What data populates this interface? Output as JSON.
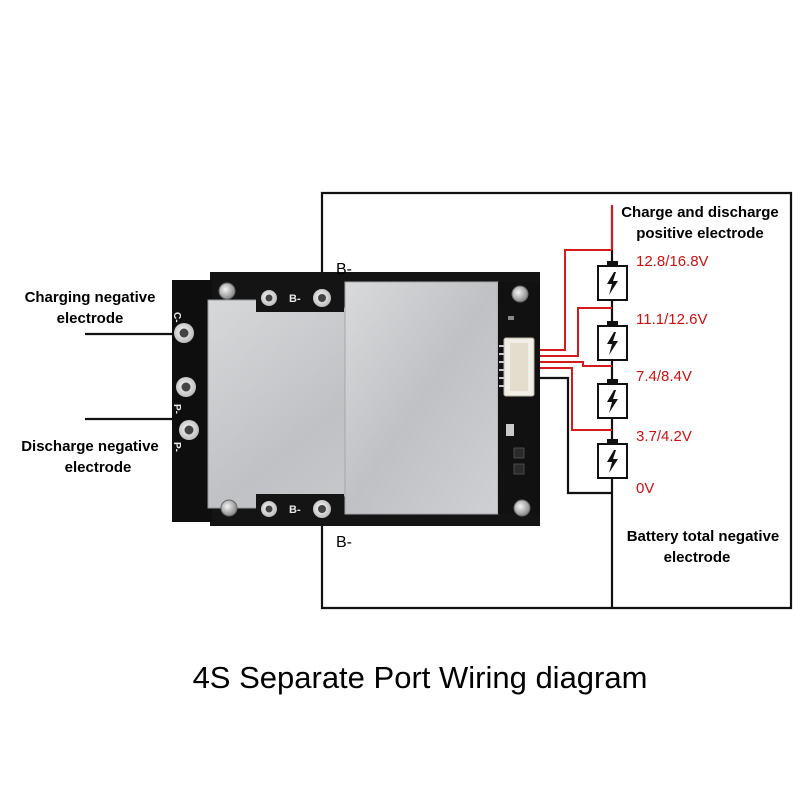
{
  "title": "4S Separate Port Wiring diagram",
  "labels": {
    "charging_negative_1": "Charging negative",
    "charging_negative_2": "electrode",
    "discharge_negative_1": "Discharge negative",
    "discharge_negative_2": "electrode",
    "charge_discharge_positive_1": "Charge and discharge",
    "charge_discharge_positive_2": "positive electrode",
    "battery_total_negative_1": "Battery total negative",
    "battery_total_negative_2": "electrode",
    "b_minus_top": "B-",
    "b_minus_bottom": "B-"
  },
  "pcb": {
    "pad_b_top": "B-",
    "pad_b_bottom": "B-",
    "pad_c": "C-",
    "pad_p1": "P-",
    "pad_p2": "P-"
  },
  "voltages": [
    "12.8/16.8V",
    "11.1/12.6V",
    "7.4/8.4V",
    "3.7/4.2V",
    "0V"
  ],
  "colors": {
    "wire_black": "#111111",
    "wire_red": "#d41a1a",
    "pcb": "#141414",
    "heatsink": "#c9cacc"
  }
}
